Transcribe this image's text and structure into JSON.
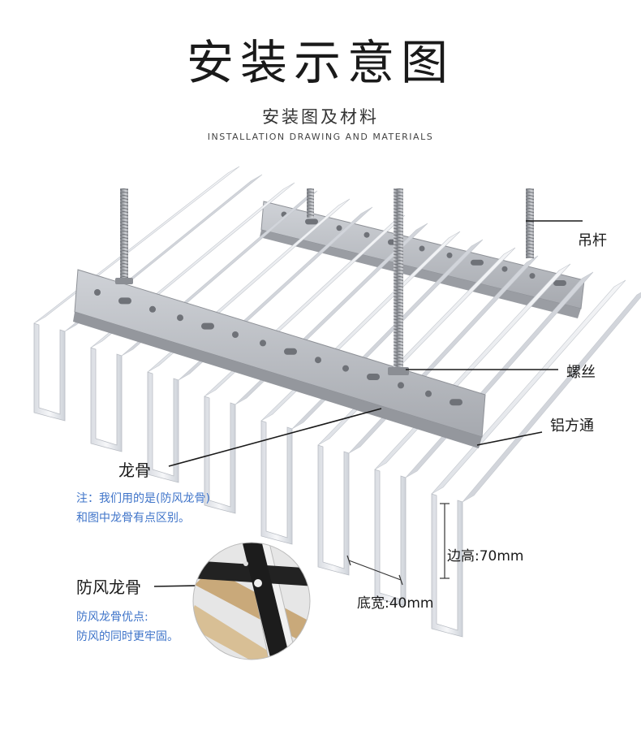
{
  "header": {
    "title": "安装示意图",
    "subtitle": "安装图及材料",
    "subtitle_en": "INSTALLATION DRAWING AND MATERIALS"
  },
  "labels": {
    "hanger_rod": "吊杆",
    "screw": "螺丝",
    "aluminum_tube": "铝方通",
    "keel": "龙骨",
    "edge_height": "边高:70mm",
    "bottom_width": "底宽:40mm",
    "windproof_keel": "防风龙骨"
  },
  "notes": {
    "keel_note_line1": "注：我们用的是(防风龙骨)",
    "keel_note_line2": "和图中龙骨有点区别。",
    "windproof_line1": "防风龙骨优点:",
    "windproof_line2": "防风的同时更牢固。"
  },
  "colors": {
    "note_blue": "#3f74c9",
    "aluminum": "#e8eaee",
    "keel": "#b9bcc2"
  }
}
